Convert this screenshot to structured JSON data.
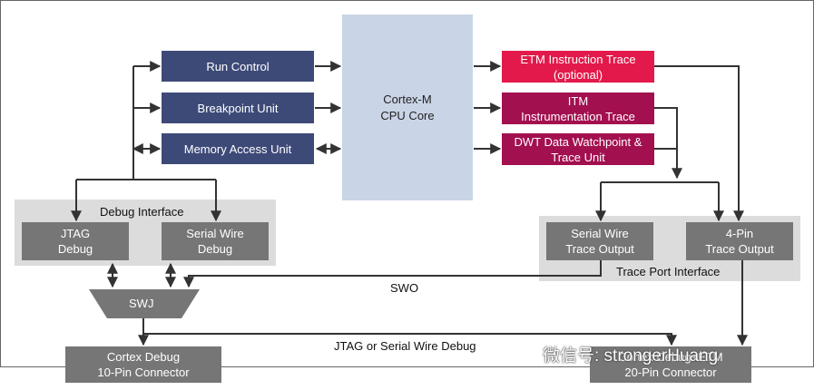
{
  "core": {
    "label": "Cortex-M\nCPU Core"
  },
  "left_units": {
    "run_control": "Run Control",
    "breakpoint_unit": "Breakpoint Unit",
    "memory_access_unit": "Memory Access Unit"
  },
  "trace_units": {
    "etm": "ETM Instruction Trace\n(optional)",
    "itm": "ITM\nInstrumentation Trace",
    "dwt": "DWT Data Watchpoint &\nTrace Unit"
  },
  "debug_interface": {
    "title": "Debug Interface",
    "jtag": "JTAG\nDebug",
    "serial_wire": "Serial Wire\nDebug"
  },
  "trace_port_interface": {
    "title": "Trace Port Interface",
    "serial_wire_trace": "Serial Wire\nTrace Output",
    "four_pin_trace": "4-Pin\nTrace Output"
  },
  "swj": "SWJ",
  "swo": "SWO",
  "bus_label": "JTAG or Serial Wire Debug",
  "connectors": {
    "ten_pin": "Cortex Debug\n10-Pin Connector",
    "twenty_pin": "Cortex Debug+ETM\n20-Pin Connector"
  },
  "watermark": "微信号: strongerHuang",
  "colors": {
    "unit_blue": "#3d4a78",
    "etm_red": "#e3194b",
    "trace_plum": "#a3104f",
    "core_blue": "#c9d4e6",
    "interface_gray": "#dcdcdc",
    "block_gray": "#767676"
  }
}
